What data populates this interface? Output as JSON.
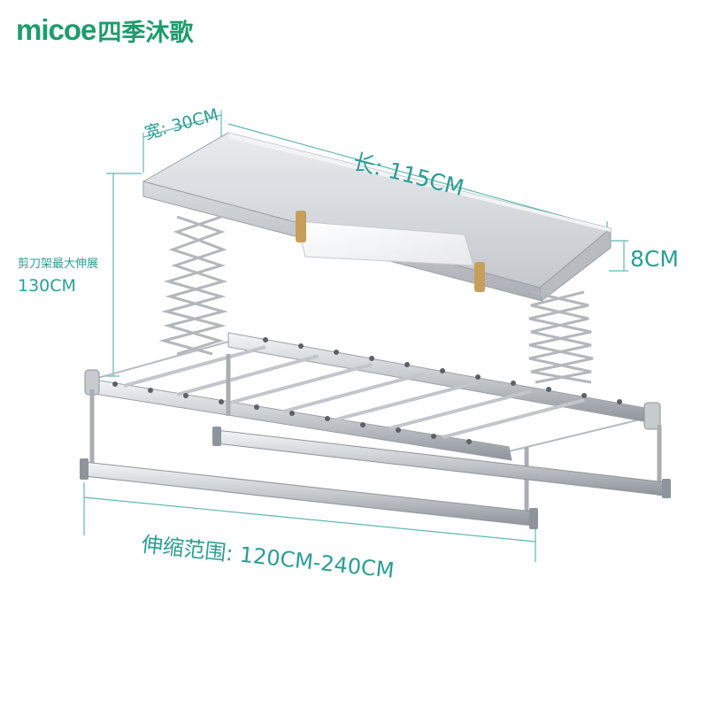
{
  "brand": {
    "latin": "micoe",
    "cjk": "四季沐歌",
    "color": "#1e9c6c"
  },
  "dimensions": {
    "width_label": "宽: 30CM",
    "length_label": "长: 115CM",
    "height_label": "8CM",
    "scissor_label_line1": "剪刀架最大伸展",
    "scissor_label_line2": "130CM",
    "range_label": "伸缩范围: 120CM-240CM"
  },
  "colors": {
    "dimension_text": "#2b9e94",
    "dimension_line": "#5fb8b0",
    "aluminum": "#c9ccd0"
  },
  "product": {
    "name": "electric-clothes-drying-rack"
  }
}
